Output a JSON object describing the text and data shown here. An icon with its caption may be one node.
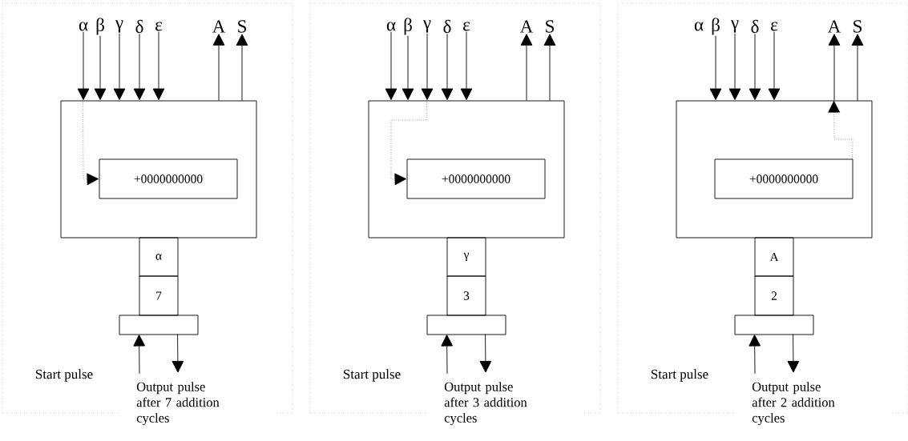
{
  "diagram": {
    "nodes": [
      {
        "text": [],
        "shape": "box"
      },
      {
        "text": [
          "α"
        ],
        "in": 0
      },
      {
        "text": [
          "β"
        ],
        "in": 0
      },
      {
        "text": [
          "γ"
        ],
        "in": 0
      },
      {
        "text": [
          "δ"
        ],
        "in": 0
      },
      {
        "text": [
          "ε"
        ],
        "in": 0
      },
      {
        "text": [
          "A"
        ],
        "in": 0
      },
      {
        "text": [
          "S"
        ],
        "in": 0
      },
      {
        "text": [],
        "shape": "box",
        "in": 0
      },
      {
        "text": [
          "+0000000000"
        ],
        "in": 8
      },
      {
        "text": [
          "α"
        ],
        "in": 0
      },
      {
        "text": [
          "7"
        ],
        "in": 0
      },
      {
        "text": [],
        "shape": "bar",
        "in": 0
      },
      {
        "text": [],
        "shape": "box"
      },
      {
        "text": [
          "α"
        ],
        "in": 13
      },
      {
        "text": [
          "β"
        ],
        "in": 13
      },
      {
        "text": [
          "γ"
        ],
        "in": 13
      },
      {
        "text": [
          "δ"
        ],
        "in": 13
      },
      {
        "text": [
          "ε"
        ],
        "in": 13
      },
      {
        "text": [
          "A"
        ],
        "in": 13
      },
      {
        "text": [
          "S"
        ],
        "in": 13
      },
      {
        "text": [],
        "shape": "box",
        "in": 13
      },
      {
        "text": [
          "+0000000000"
        ],
        "in": 21
      },
      {
        "text": [
          "γ"
        ],
        "in": 13
      },
      {
        "text": [
          "3"
        ],
        "in": 13
      },
      {
        "text": [],
        "shape": "bar",
        "in": 13
      },
      {
        "text": [],
        "shape": "box"
      },
      {
        "text": [
          "α"
        ],
        "in": 26
      },
      {
        "text": [
          "β"
        ],
        "in": 26
      },
      {
        "text": [
          "γ"
        ],
        "in": 26
      },
      {
        "text": [
          "δ"
        ],
        "in": 26
      },
      {
        "text": [
          "ε"
        ],
        "in": 26
      },
      {
        "text": [
          "A"
        ],
        "in": 26
      },
      {
        "text": [
          "S"
        ],
        "in": 26
      },
      {
        "text": [],
        "shape": "box",
        "in": 26
      },
      {
        "text": [
          "+0000000000"
        ],
        "in": 34
      },
      {
        "text": [
          "A"
        ],
        "in": 26
      },
      {
        "text": [
          "2"
        ],
        "in": 26
      },
      {
        "text": [],
        "shape": "bar",
        "in": 26
      }
    ],
    "edges": [
      {
        "from": 1,
        "to": 8,
        "arrow": "to"
      },
      {
        "from": 2,
        "to": 8,
        "arrow": "to"
      },
      {
        "from": 3,
        "to": 8,
        "arrow": "to"
      },
      {
        "from": 4,
        "to": 8,
        "arrow": "to"
      },
      {
        "from": 5,
        "to": 8,
        "arrow": "to"
      },
      {
        "from": 8,
        "to": 6,
        "arrow": "to"
      },
      {
        "from": 8,
        "to": 7,
        "arrow": "to"
      },
      {
        "from": 8,
        "to": 9,
        "arrow": "to",
        "style": "dashed"
      },
      {
        "from": null,
        "to": 12,
        "arrow": "to",
        "label": "Start pulse"
      },
      {
        "from": 12,
        "to": null,
        "arrow": "to",
        "label": "Output pulse after 7 addition cycles"
      },
      {
        "from": 14,
        "to": 21,
        "arrow": "to"
      },
      {
        "from": 15,
        "to": 21,
        "arrow": "to"
      },
      {
        "from": 16,
        "to": 21,
        "arrow": "to"
      },
      {
        "from": 17,
        "to": 21,
        "arrow": "to"
      },
      {
        "from": 18,
        "to": 21,
        "arrow": "to"
      },
      {
        "from": 21,
        "to": 19,
        "arrow": "to"
      },
      {
        "from": 21,
        "to": 20,
        "arrow": "to"
      },
      {
        "from": 21,
        "to": 22,
        "arrow": "to",
        "style": "dashed"
      },
      {
        "from": null,
        "to": 25,
        "arrow": "to",
        "label": "Start pulse"
      },
      {
        "from": 25,
        "to": null,
        "arrow": "to",
        "label": "Output pulse after 3 addition cycles"
      },
      {
        "from": 28,
        "to": 34,
        "arrow": "to"
      },
      {
        "from": 29,
        "to": 34,
        "arrow": "to"
      },
      {
        "from": 30,
        "to": 34,
        "arrow": "to"
      },
      {
        "from": 31,
        "to": 34,
        "arrow": "to"
      },
      {
        "from": 34,
        "to": 32,
        "arrow": "to"
      },
      {
        "from": 34,
        "to": 33,
        "arrow": "to"
      },
      {
        "from": 35,
        "to": 34,
        "arrow": "to",
        "style": "dashed"
      },
      {
        "from": null,
        "to": 38,
        "arrow": "to",
        "label": "Start pulse"
      },
      {
        "from": 38,
        "to": null,
        "arrow": "to",
        "label": "Output pulse after 2 addition cycles"
      }
    ]
  }
}
